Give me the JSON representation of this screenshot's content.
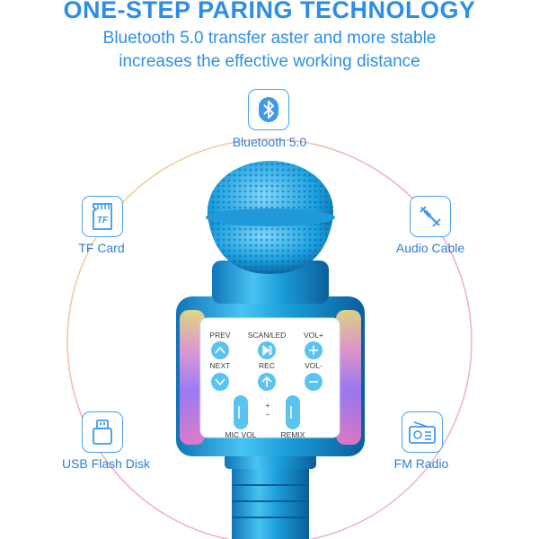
{
  "header": {
    "title": "ONE-STEP PARING TECHNOLOGY",
    "subtitle_line1": "Bluetooth 5.0 transfer aster and more stable",
    "subtitle_line2": "increases the effective working distance"
  },
  "features": {
    "bluetooth": {
      "label": "Bluetooth 5.0",
      "icon": "bluetooth-icon"
    },
    "tf_card": {
      "label": "TF Card",
      "icon": "tf-card-icon",
      "icon_text": "TF"
    },
    "audio_cable": {
      "label": "Audio Cable",
      "icon": "audio-cable-icon"
    },
    "usb": {
      "label": "USB Flash Disk",
      "icon": "usb-flash-icon"
    },
    "fm": {
      "label": "FM Radio",
      "icon": "fm-radio-icon"
    }
  },
  "mic_panel": {
    "prev": "PREV",
    "scan_led": "SCAN/LED",
    "vol_plus": "VOL+",
    "next": "NEXT",
    "rec": "REC",
    "vol_minus": "VOL-",
    "mic_vol": "MIC VOL",
    "remix": "REMIX",
    "plus": "+",
    "minus": "–"
  },
  "colors": {
    "accent": "#2d8ee8",
    "mic_blue": "#1aa0d8",
    "ring_pink": "#f2a6c8",
    "ring_yellow": "#f3dc7a"
  }
}
